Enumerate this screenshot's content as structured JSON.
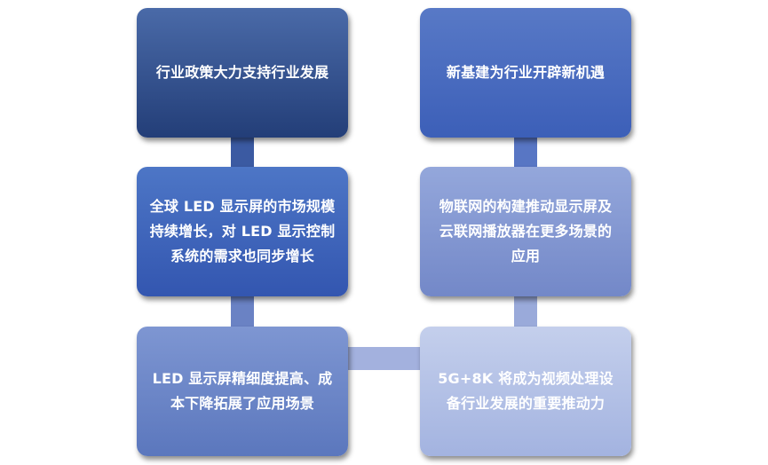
{
  "colors": {
    "box1": [
      "#4a6aa8",
      "#233e78"
    ],
    "box2": [
      "#4d76c6",
      "#3356b0"
    ],
    "box3": [
      "#7e96d2",
      "#5b77bd"
    ],
    "box4": [
      "#5879c6",
      "#3c5fb8"
    ],
    "box5": [
      "#94a7db",
      "#7388c8"
    ],
    "box6": [
      "#c4cfec",
      "#a3b3e0"
    ],
    "conn1": "#3b5aa2",
    "conn2": "#6a82c4",
    "conn3": "#a3b1de",
    "conn4": "#9aaada",
    "conn5": "#5876c4"
  },
  "boxes": {
    "policy": "行业政策大力支持行业发展",
    "global_market": "全球 LED 显示屏的市场规模持续增长，对 LED 显示控制系统的需求也同步增长",
    "precision": "LED 显示屏精细度提高、成本下降拓展了应用场景",
    "new_infra": "新基建为行业开辟新机遇",
    "iot": "物联网的构建推动显示屏及云联网播放器在更多场景的应用",
    "tech_5g8k": "5G+8K 将成为视频处理设备行业发展的重要推动力"
  }
}
